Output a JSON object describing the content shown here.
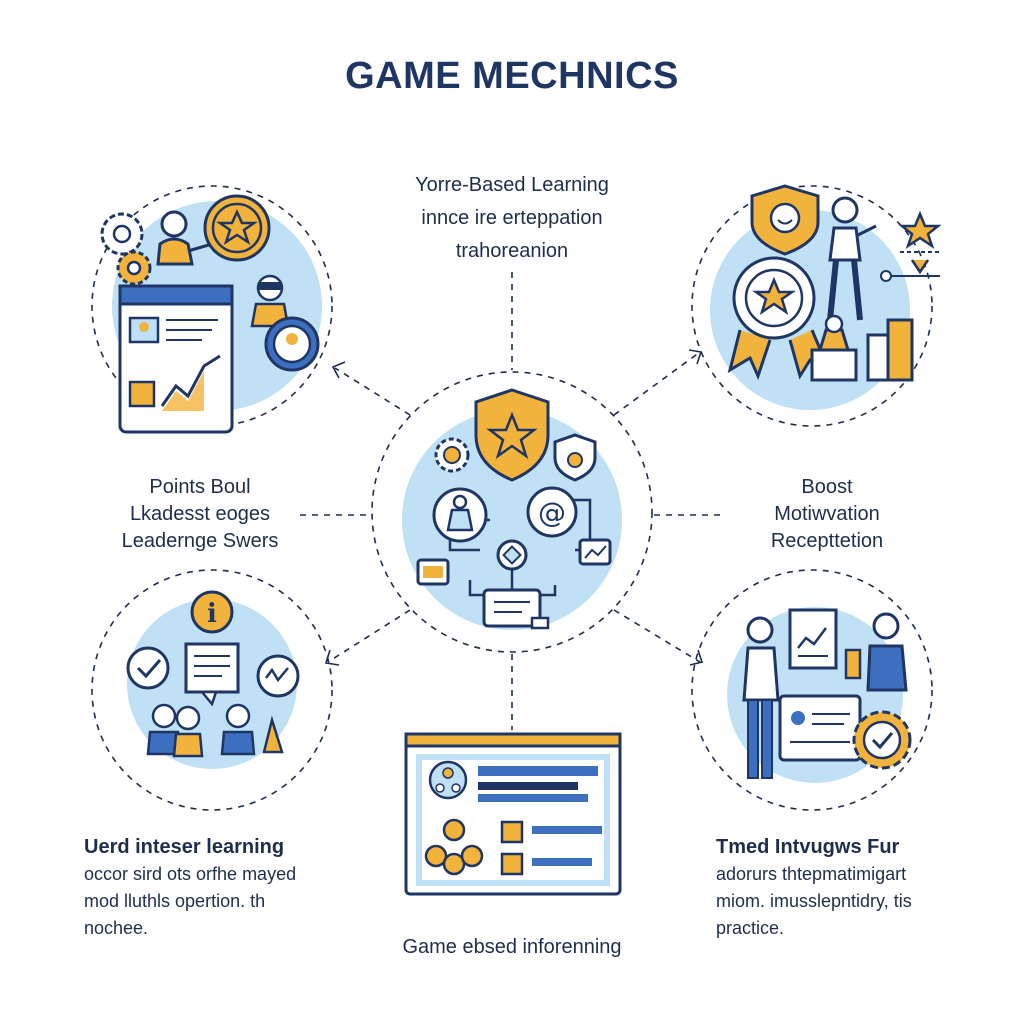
{
  "title": "GAME MECHNICS",
  "colors": {
    "navy": "#1f3563",
    "blue": "#3d6fc0",
    "light_blue": "#bfe0f5",
    "gold": "#f2b33d"
  },
  "top_label": {
    "lines": [
      "Yorre-Based Learning",
      "innce ire erteppation",
      "trahoreanion"
    ]
  },
  "left_label": {
    "lines": [
      "Points Boul",
      "Lkadesst eoges",
      "Leaderngе Swers"
    ]
  },
  "right_label": {
    "lines": [
      "Boost",
      "Motiwvation",
      "Recepttetion"
    ]
  },
  "bottom_left_label": {
    "head": "Uerd inteser learning",
    "lines": [
      "occor sird ots orfhe mayed",
      "mod lluthls opertion. th",
      "nochee."
    ]
  },
  "bottom_right_label": {
    "head": "Tmed Intvugws Fur",
    "lines": [
      "adorurs thtepmatimigart",
      "miom. imusslepntidry, tis",
      "practice."
    ]
  },
  "bottom_label": {
    "text": "Game ebsed inforenning"
  },
  "icons": {
    "center": [
      "shield-star-icon",
      "gear-icon",
      "person-icon",
      "at-icon",
      "diamond-icon",
      "chart-icon",
      "chat-icon"
    ],
    "top_left": [
      "gear-icon",
      "person-icon",
      "star-badge-icon",
      "browser-window-icon",
      "chart-icon"
    ],
    "top_right": [
      "shield-face-icon",
      "medal-icon",
      "person-icon",
      "trophy-icon",
      "star-icon"
    ],
    "bottom_left": [
      "info-icon",
      "check-icon",
      "document-icon",
      "people-icon"
    ],
    "bottom_right": [
      "people-icon",
      "document-icon",
      "gear-check-icon"
    ],
    "bottom": [
      "browser-window-icon",
      "hierarchy-icon",
      "people-icon",
      "checklist-icon"
    ]
  }
}
